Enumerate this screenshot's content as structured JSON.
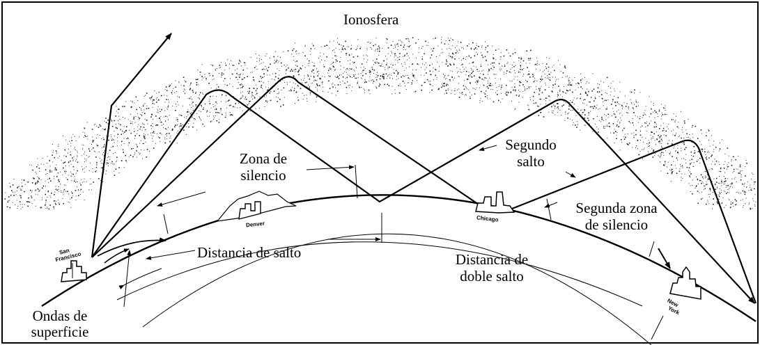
{
  "labels": {
    "ionosphere": "Ionosfera",
    "silence_zone": [
      "Zona de",
      "silencio"
    ],
    "second_hop": [
      "Segundo",
      "salto"
    ],
    "second_silence_zone": [
      "Segunda zona",
      "de silencio"
    ],
    "skip_distance": "Distancia de salto",
    "double_skip_distance": [
      "Distancia de",
      "doble salto"
    ],
    "surface_waves": [
      "Ondas de",
      "superficie"
    ]
  },
  "cities": {
    "san_francisco": [
      "San",
      "Francisco"
    ],
    "denver": "Denver",
    "chicago": "Chicago",
    "new_york": [
      "New",
      "York"
    ]
  }
}
